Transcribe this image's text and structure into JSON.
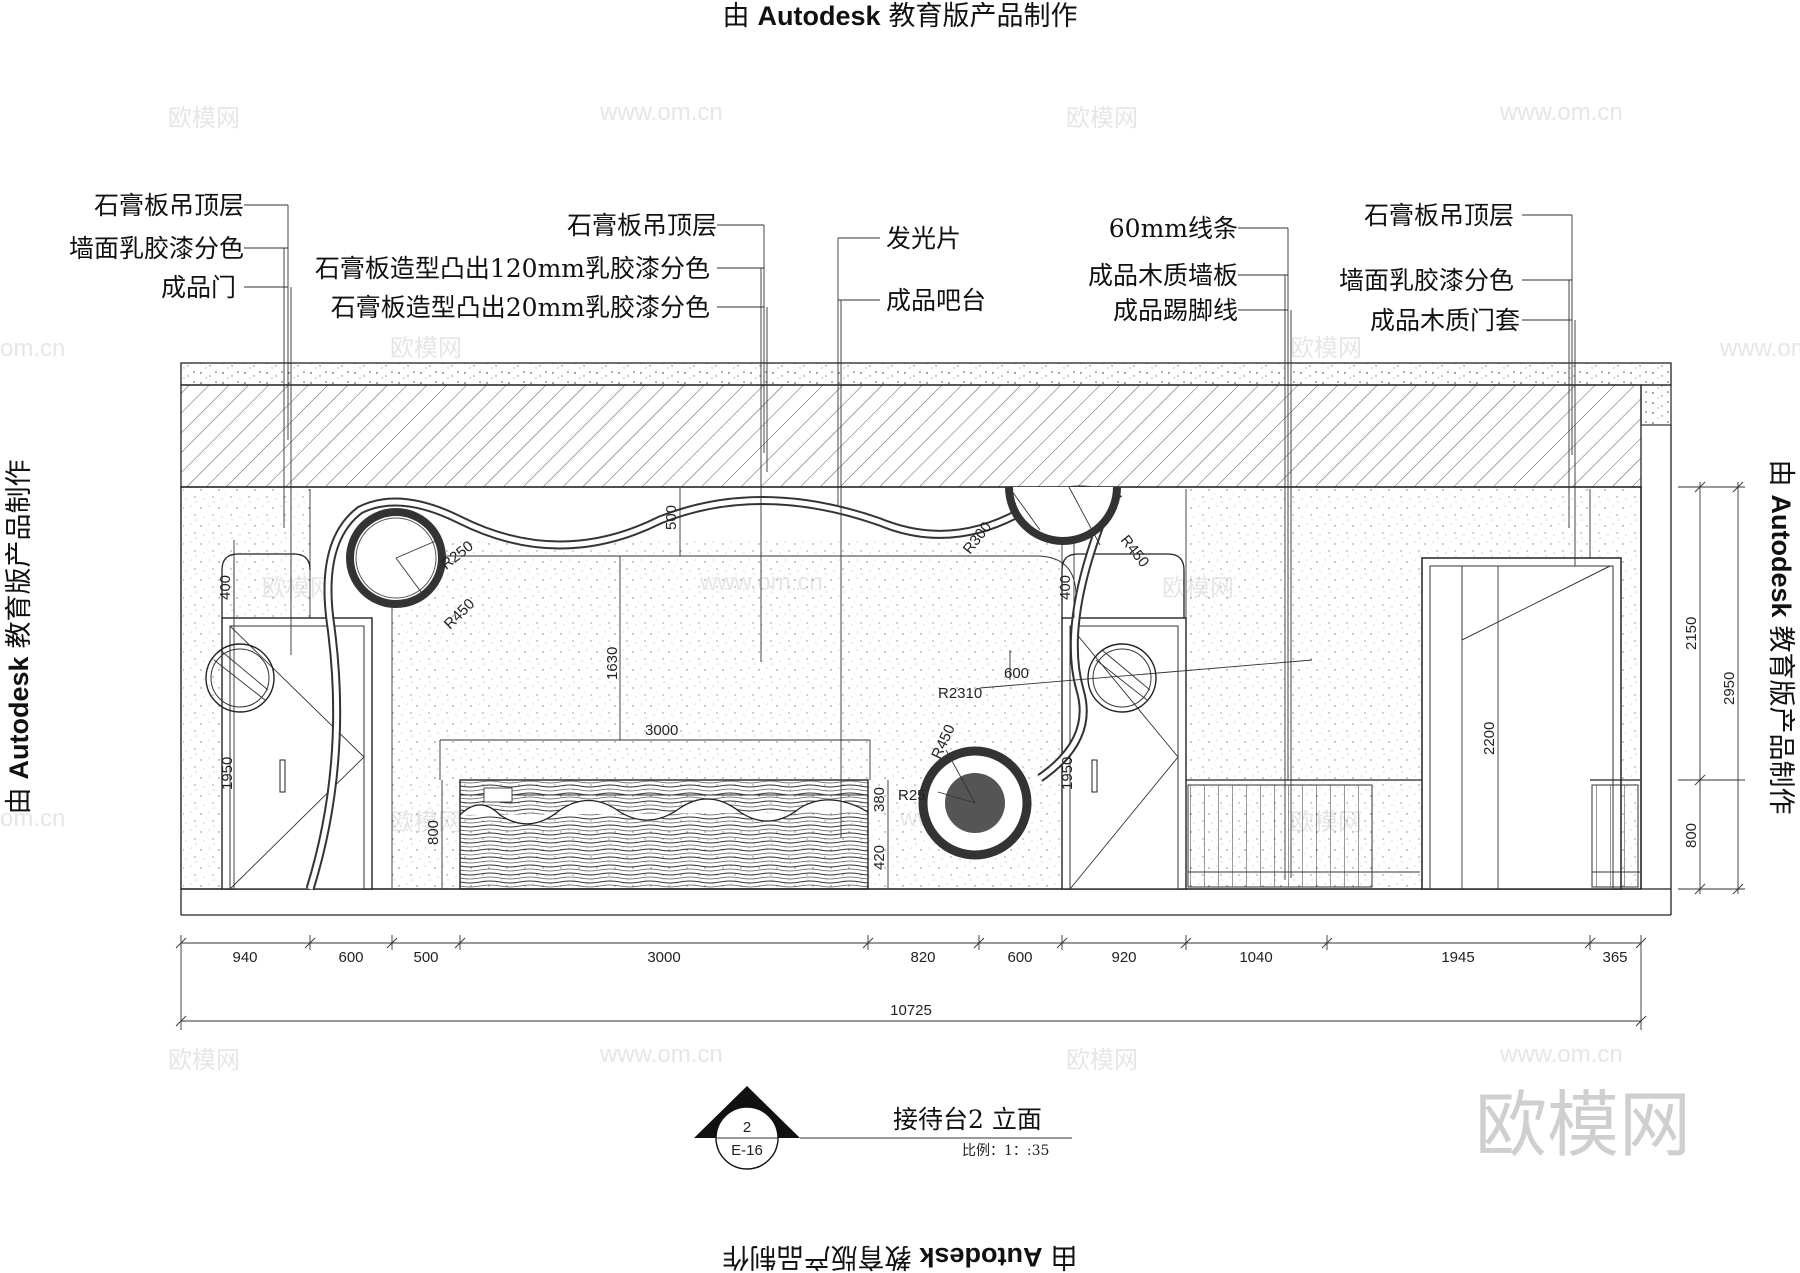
{
  "stamps": {
    "prefix": "由",
    "brand": "Autodesk",
    "suffix": "教育版产品制作"
  },
  "watermark": {
    "brand": "欧模网",
    "site": "www.om.cn",
    "site_short": "om.cn"
  },
  "labels_left": [
    "石膏板吊顶层",
    "墙面乳胶漆分色",
    "成品门"
  ],
  "labels_center_left": [
    "石膏板吊顶层",
    "石膏板造型凸出120mm乳胶漆分色",
    "石膏板造型凸出20mm乳胶漆分色"
  ],
  "labels_center": [
    "发光片",
    "成品吧台"
  ],
  "labels_center_right": [
    "60mm线条",
    "成品木质墙板",
    "成品踢脚线"
  ],
  "labels_right": [
    "石膏板吊顶层",
    "墙面乳胶漆分色",
    "成品木质门套"
  ],
  "inner_dims": {
    "d500": "500",
    "r250": "R250",
    "r450a": "R450",
    "r300": "R300",
    "r450b": "R450",
    "d400a": "400",
    "d400b": "400",
    "d1630": "1630",
    "d600": "600",
    "r2310": "R2310",
    "r450c": "R450",
    "d3000": "3000",
    "d1950a": "1950",
    "d1950b": "1950",
    "d2200": "2200",
    "d800": "800",
    "d380": "380",
    "d420": "420",
    "r25": "R25"
  },
  "right_dims": {
    "d2150": "2150",
    "d2950": "2950",
    "d800": "800"
  },
  "bottom_dims": [
    "940",
    "600",
    "500",
    "3000",
    "820",
    "600",
    "920",
    "1040",
    "1945",
    "365"
  ],
  "total_dim": "10725",
  "title_block": {
    "number": "2",
    "sheet": "E-16",
    "title": "接待台2  立面",
    "scale": "比例：1：:35"
  }
}
